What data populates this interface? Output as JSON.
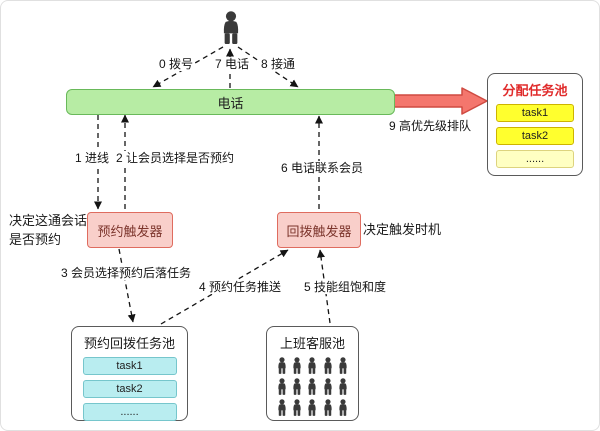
{
  "diagram": {
    "phone_bar": {
      "label": "电话"
    },
    "assign_pool": {
      "title": "分配任务池",
      "tasks": [
        "task1",
        "task2",
        "......"
      ]
    },
    "appointment_trigger": {
      "label": "预约触发器"
    },
    "callback_trigger": {
      "label": "回拨触发器"
    },
    "appointment_pool": {
      "title": "预约回拨任务池",
      "tasks": [
        "task1",
        "task2",
        "......"
      ]
    },
    "agent_pool": {
      "title": "上班客服池"
    },
    "edges": {
      "e0": "0 拨号",
      "e7": "7 电话",
      "e8": "8 接通",
      "e1": "1 进线",
      "e2": "2 让会员选择是否预约",
      "e6": "6 电话联系会员",
      "e3": "3 会员选择预约后落任务",
      "e4": "4 预约任务推送",
      "e5": "5 技能组饱和度",
      "e9": "9 高优先级排队"
    },
    "annotations": {
      "decide_session_line1": "决定这通会话",
      "decide_session_line2": "是否预约",
      "decide_timing": "决定触发时机"
    },
    "colors": {
      "phone_bar_fill": "#b7eca4",
      "phone_bar_border": "#69b95a",
      "trigger_fill": "#f9cfca",
      "trigger_border": "#df6c5f",
      "task_yellow": "#ffff2e",
      "task_yellow_light": "#ffffc2",
      "task_cyan": "#b9edf0",
      "priority_arrow_red": "#f4766d",
      "assign_pool_title_red": "#e02b2b"
    }
  }
}
